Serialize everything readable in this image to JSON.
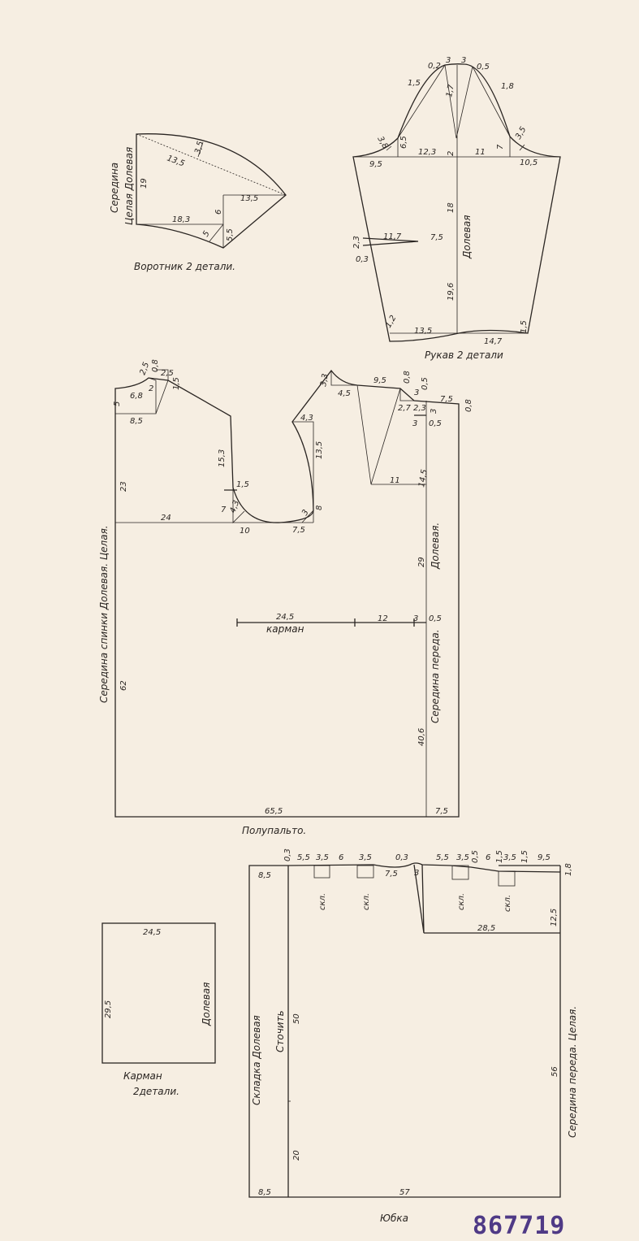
{
  "collar": {
    "caption": "Воротник   2 детали.",
    "side_labels": [
      "Середина",
      "Целая  Долевая"
    ],
    "measurements": [
      "13,5",
      "3,5",
      "19",
      "18,3",
      "6",
      "13,5",
      "5",
      "5,5"
    ]
  },
  "sleeve": {
    "caption": "Рукав  2 детали",
    "grain_label": "Долевая",
    "measurements": [
      "0,2",
      "3",
      "3",
      "0,5",
      "1,5",
      "1,8",
      "1,7",
      "3,8",
      "6,5",
      "12,3",
      "2",
      "11",
      "7",
      "3,5",
      "9,5",
      "10,5",
      "18",
      "11,7",
      "7,5",
      "2,3",
      "0,3",
      "19,6",
      "1,2",
      "13,5",
      "14,7",
      "1,5"
    ]
  },
  "coat": {
    "caption": "Полупальто.",
    "side_labels": [
      "Середина  спинки  Долевая.  Целая.",
      "Середина  переда.",
      "Долевая."
    ],
    "pocket_label": "карман",
    "measurements": [
      "2,5",
      "0,8",
      "2,5",
      "1,5",
      "2",
      "6,8",
      "5",
      "8,5",
      "15,3",
      "1,5",
      "7",
      "4,3",
      "24",
      "10",
      "7,5",
      "23",
      "3,3",
      "4,5",
      "4,3",
      "13,5",
      "3",
      "8",
      "9,5",
      "0,8",
      "0,5",
      "3",
      "2,7",
      "2,3",
      "3",
      "7,5",
      "0,8",
      "3",
      "0,5",
      "14,5",
      "11",
      "29",
      "24,5",
      "12",
      "3",
      "0,5",
      "62",
      "40,6",
      "65,5",
      "7,5"
    ]
  },
  "pocket": {
    "caption": [
      "Карман",
      "2детали."
    ],
    "grain_label": "Долевая",
    "measurements": [
      "24,5",
      "29,5"
    ]
  },
  "skirt": {
    "caption": "Юбка",
    "side_labels": [
      "Складка  Долевая",
      "Сточить",
      "Середина  переда.  Целая."
    ],
    "pleat_label": "скл.",
    "measurements": [
      "0,3",
      "5,5",
      "3,5",
      "6",
      "3,5",
      "0,3",
      "5,5",
      "3,5",
      "0,5",
      "6",
      "1,5",
      "3,5",
      "1,5",
      "9,5",
      "1,8",
      "8,5",
      "7,5",
      "3",
      "12,5",
      "28,5",
      "50",
      "20",
      "56",
      "8,5",
      "57"
    ]
  },
  "stamp": "867719"
}
